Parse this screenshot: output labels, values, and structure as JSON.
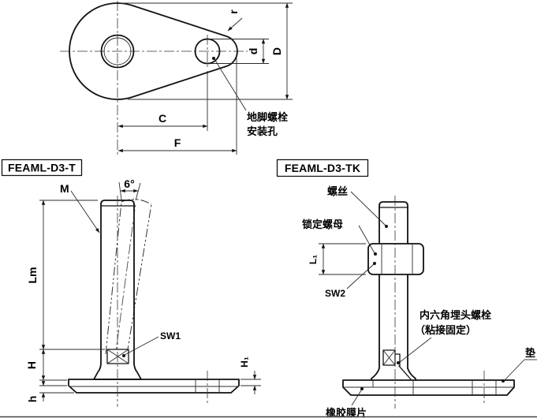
{
  "page": {
    "background": "#ffffff",
    "line_color": "#111111"
  },
  "top_view": {
    "dim_r": "r",
    "dim_d": "d",
    "dim_D": "D",
    "dim_C": "C",
    "dim_F": "F",
    "callout_anchor_hole_line1": "地脚螺栓",
    "callout_anchor_hole_line2": "安装孔"
  },
  "figure_t": {
    "title": "FEAML-D3-T",
    "dim_M": "M",
    "dim_angle": "6°",
    "dim_Lm": "Lm",
    "label_SW1": "SW1",
    "dim_H": "H",
    "dim_h": "h",
    "dim_H1": "H₁"
  },
  "figure_tk": {
    "title": "FEAML-D3-TK",
    "label_screw": "螺丝",
    "label_lock_nut": "锁定螺母",
    "dim_L1": "L₁",
    "label_SW2": "SW2",
    "label_socket_bolt_line1": "内六角埋头螺栓",
    "label_socket_bolt_line2": "（粘接固定）",
    "label_pad": "垫",
    "label_rubber_diaphragm": "橡胶膜片"
  }
}
